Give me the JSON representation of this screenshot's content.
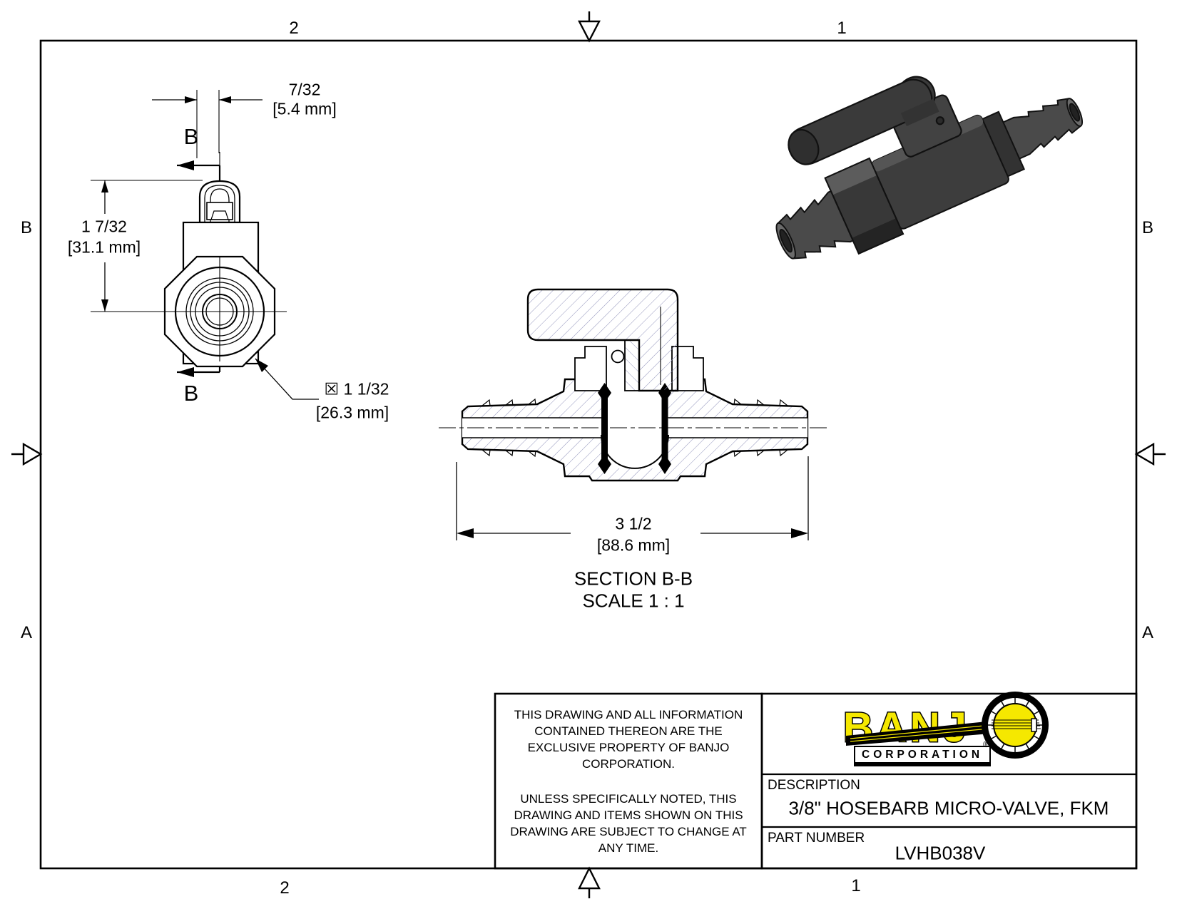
{
  "sheet": {
    "zones": {
      "top_left": "2",
      "top_right": "1",
      "bottom_left": "2",
      "bottom_right": "1",
      "left_upper": "B",
      "left_lower": "A",
      "right_upper": "B",
      "right_lower": "A"
    }
  },
  "front_view": {
    "section_letter_top": "B",
    "section_letter_bottom": "B",
    "dim_width": {
      "imperial": "7/32",
      "metric": "[5.4 mm]"
    },
    "dim_height": {
      "imperial": "1 7/32",
      "metric": "[31.1 mm]"
    },
    "dim_diameter": {
      "imperial": "☒ 1 1/32",
      "metric": "[26.3 mm]"
    }
  },
  "section_view": {
    "dim_length": {
      "imperial": "3 1/2",
      "metric": "[88.6 mm]"
    },
    "label": "SECTION B-B",
    "scale": "SCALE 1 : 1"
  },
  "title_block": {
    "notice_paragraph_1": "THIS DRAWING AND ALL INFORMATION CONTAINED THEREON ARE THE EXCLUSIVE PROPERTY OF BANJO CORPORATION.",
    "notice_paragraph_2": "UNLESS SPECIFICALLY NOTED, THIS DRAWING AND ITEMS SHOWN ON THIS DRAWING ARE SUBJECT TO CHANGE AT ANY TIME.",
    "logo": {
      "wordmark": "BANJ",
      "registered_mark": "®",
      "subtitle": "CORPORATION",
      "brand_yellow": "#f5e800"
    },
    "description_label": "DESCRIPTION",
    "description_value": "3/8\" HOSEBARB MICRO-VALVE, FKM",
    "part_number_label": "PART NUMBER",
    "part_number_value": "LVHB038V"
  },
  "render_3d": {
    "part_color": "#3f3f3f"
  }
}
